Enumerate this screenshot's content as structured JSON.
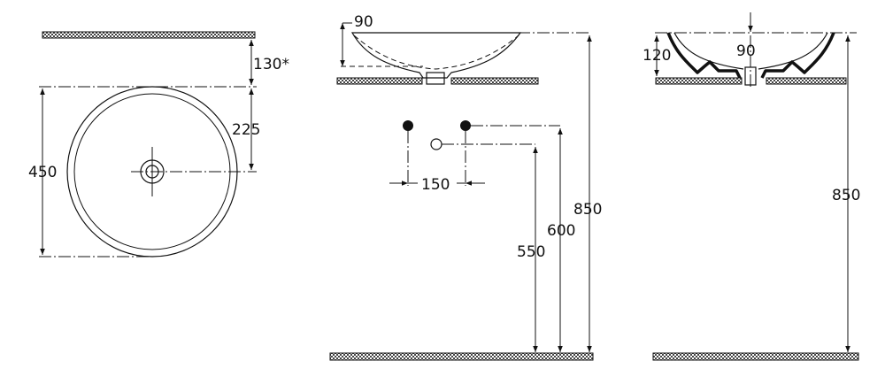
{
  "dimensions": {
    "top_clearance": "130",
    "top_clearance_mark": "*",
    "diameter": "450",
    "radius_offset": "225",
    "rim_side": "90",
    "rim_section": "90",
    "bowl_height": "120",
    "tap_spacing": "150",
    "waste_height": "550",
    "tap_height": "600",
    "top_height_front": "850",
    "top_height_side": "850"
  },
  "colors": {
    "line": "#111111",
    "hatch": "#d9d9d9",
    "background": "#ffffff"
  }
}
